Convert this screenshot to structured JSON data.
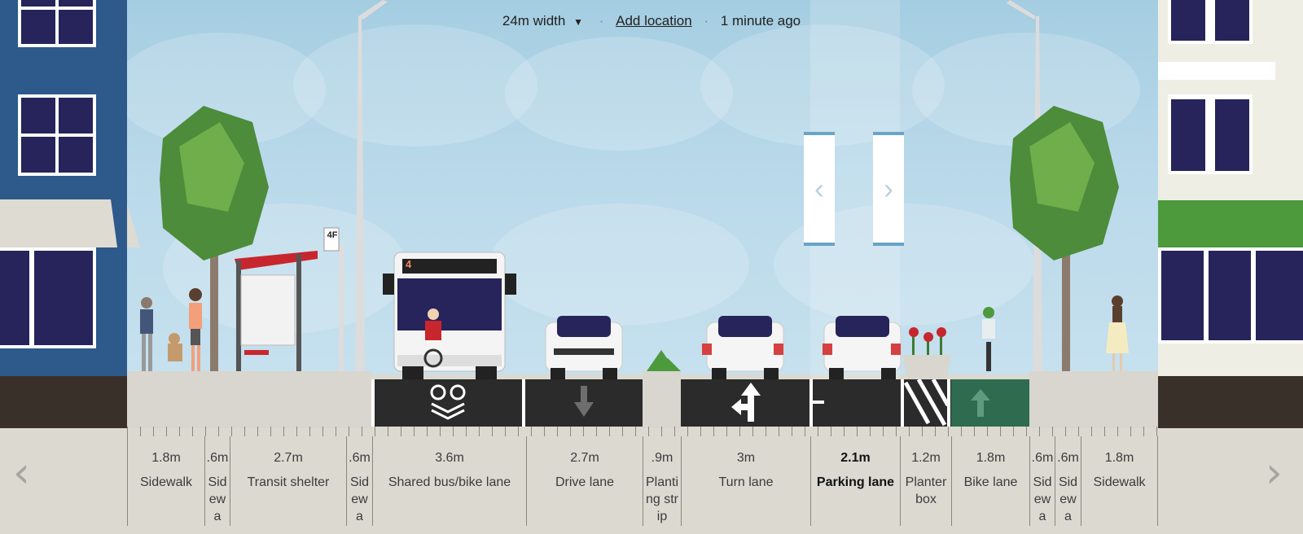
{
  "header": {
    "street_width": "24m width",
    "width_caret": "▼",
    "separator": "·",
    "add_location": "Add location",
    "last_saved": "1 minute ago"
  },
  "nav": {
    "prev_icon": "‹",
    "next_icon": "›"
  },
  "selection": {
    "handle_left_icon": "‹",
    "handle_right_icon": "›"
  },
  "bus_stop_sign": "4F",
  "bus_route": "4",
  "segments": [
    {
      "width": "1.8m",
      "name": "Sidewalk"
    },
    {
      "width": ".6m",
      "name": "Sidewa"
    },
    {
      "width": "2.7m",
      "name": "Transit shelter"
    },
    {
      "width": ".6m",
      "name": "Sidewa"
    },
    {
      "width": "3.6m",
      "name": "Shared bus/bike lane"
    },
    {
      "width": "2.7m",
      "name": "Drive lane"
    },
    {
      "width": ".9m",
      "name": "Planting strip"
    },
    {
      "width": "3m",
      "name": "Turn lane"
    },
    {
      "width": "2.1m",
      "name": "Parking lane"
    },
    {
      "width": "1.2m",
      "name": "Planter box"
    },
    {
      "width": "1.8m",
      "name": "Bike lane"
    },
    {
      "width": ".6m",
      "name": "Sidewa"
    },
    {
      "width": ".6m",
      "name": "Sidewa"
    },
    {
      "width": "1.8m",
      "name": "Sidewalk"
    }
  ],
  "colors": {
    "sky": "#b9d9ea",
    "asphalt": "#2a2b2a",
    "bike_lane": "#2e6b4f",
    "building_left": "#2d5a8a",
    "building_right": "#efeee4",
    "awning_green": "#4c9a3c",
    "shelter_red": "#c8262d"
  }
}
